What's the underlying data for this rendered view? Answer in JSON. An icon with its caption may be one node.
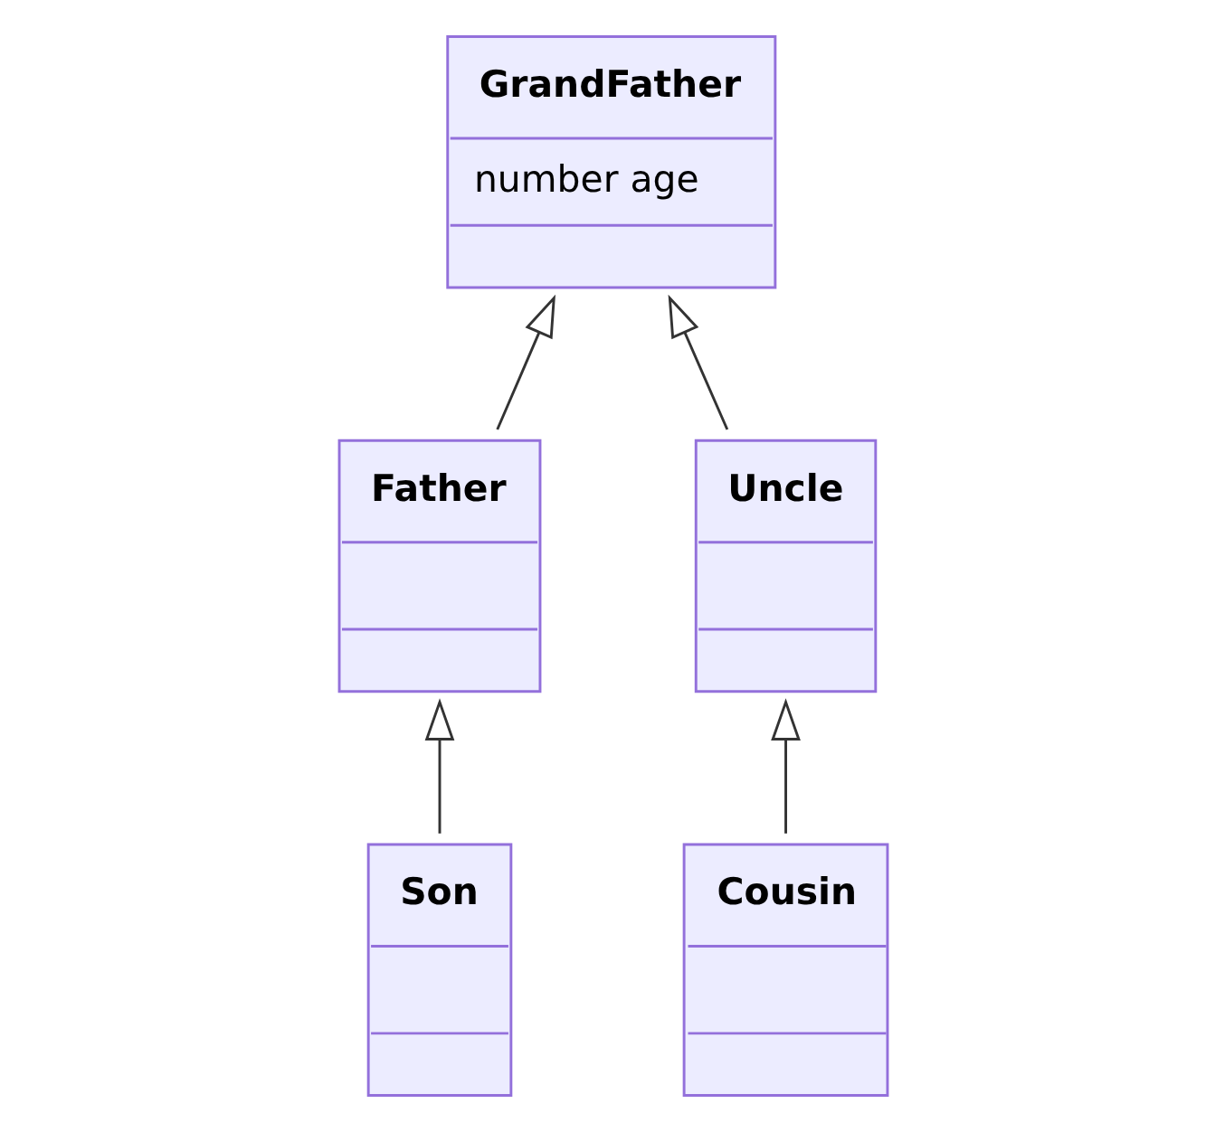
{
  "diagram": {
    "nodes": [
      {
        "text": [
          "GrandFather",
          "number age"
        ]
      },
      {
        "text": [
          "Father"
        ]
      },
      {
        "text": [
          "Uncle"
        ]
      },
      {
        "text": [
          "Son"
        ]
      },
      {
        "text": [
          "Cousin"
        ]
      }
    ],
    "edges": [
      {
        "from": 1,
        "to": 0,
        "arrow": "to"
      },
      {
        "from": 2,
        "to": 0,
        "arrow": "to"
      },
      {
        "from": 3,
        "to": 1,
        "arrow": "to"
      },
      {
        "from": 4,
        "to": 2,
        "arrow": "to"
      }
    ]
  }
}
